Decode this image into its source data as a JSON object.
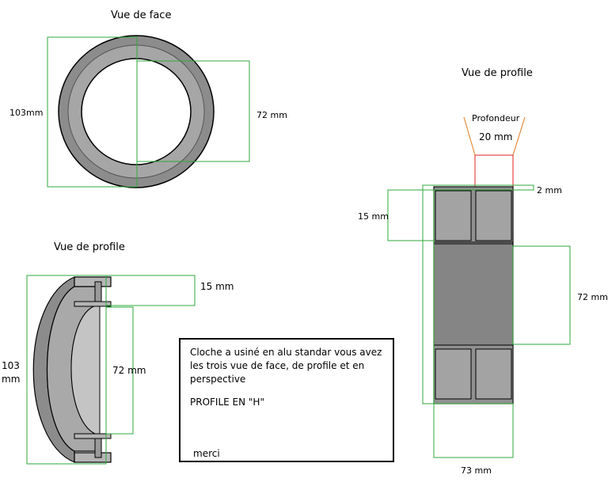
{
  "front_view": {
    "title": "Vue de face",
    "outer_dim": "103mm",
    "inner_dim": "72 mm"
  },
  "side_view_left": {
    "title": "Vue de profile",
    "flange_dim": "15 mm",
    "inner_dim": "72 mm",
    "outer_dim_line1": "103",
    "outer_dim_line2": "mm"
  },
  "side_view_right": {
    "title": "Vue de profile",
    "depth_label": "Profondeur",
    "depth_dim": "20 mm",
    "wall_dim": "2 mm",
    "flange_dim": "15 mm",
    "inner_dim": "72 mm",
    "width_dim": "73 mm"
  },
  "note": {
    "line1": "Cloche a usiné en alu standar   vous avez les trois vue  de face, de profile et en perspective",
    "line2": "PROFILE EN  \"H\"",
    "line3": "merci"
  },
  "colors": {
    "dimension_lines": "#2faa3c",
    "depth_lines": "#e07a1f",
    "depth_box": "#e02020",
    "ring_fill": "#8c8c8c",
    "inner_fill": "#bdbdbd",
    "outline": "#000000"
  }
}
